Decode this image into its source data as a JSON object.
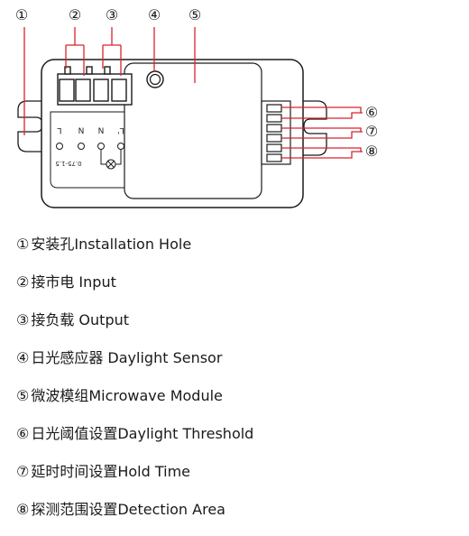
{
  "callouts": [
    "①",
    "②",
    "③",
    "④",
    "⑤",
    "⑥",
    "⑦",
    "⑧"
  ],
  "pcb_labels": {
    "left": [
      "L",
      "N"
    ],
    "right": [
      "N",
      "L'"
    ],
    "wire_size": "0.75-1.5"
  },
  "legend": [
    {
      "num": "①",
      "text": "安装孔Installation Hole"
    },
    {
      "num": "②",
      "text": "接市电 Input"
    },
    {
      "num": "③",
      "text": "接负载 Output"
    },
    {
      "num": "④",
      "text": "日光感应器 Daylight Sensor"
    },
    {
      "num": "⑤",
      "text": "微波模组Microwave Module"
    },
    {
      "num": "⑥",
      "text": "日光阈值设置Daylight Threshold"
    },
    {
      "num": "⑦",
      "text": "延时时间设置Hold Time"
    },
    {
      "num": "⑧",
      "text": "探测范围设置Detection Area"
    }
  ],
  "colors": {
    "leader": "#d9232d",
    "outline": "#1a1a1a"
  }
}
